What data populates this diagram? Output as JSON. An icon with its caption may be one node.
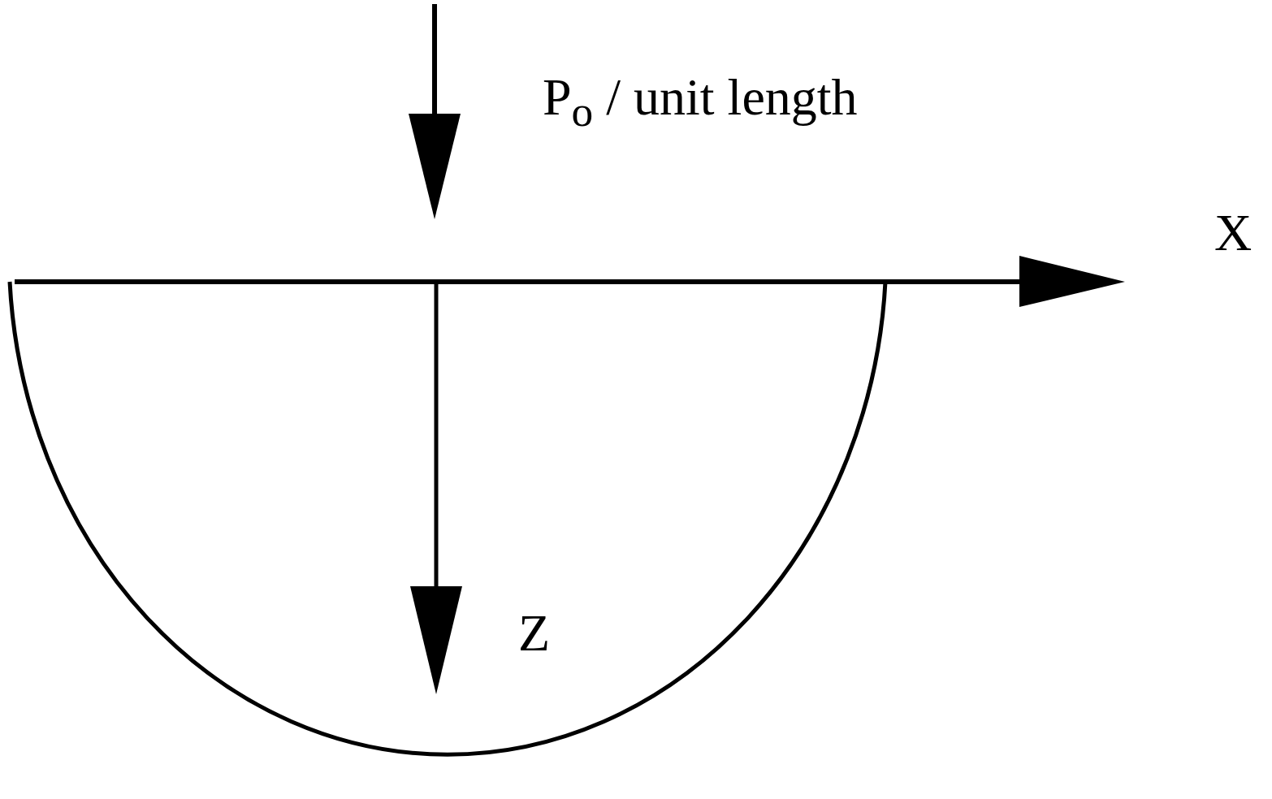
{
  "diagram": {
    "labels": [
      "P$_{o}$ / unit length",
      "X",
      "Z"
    ]
  }
}
